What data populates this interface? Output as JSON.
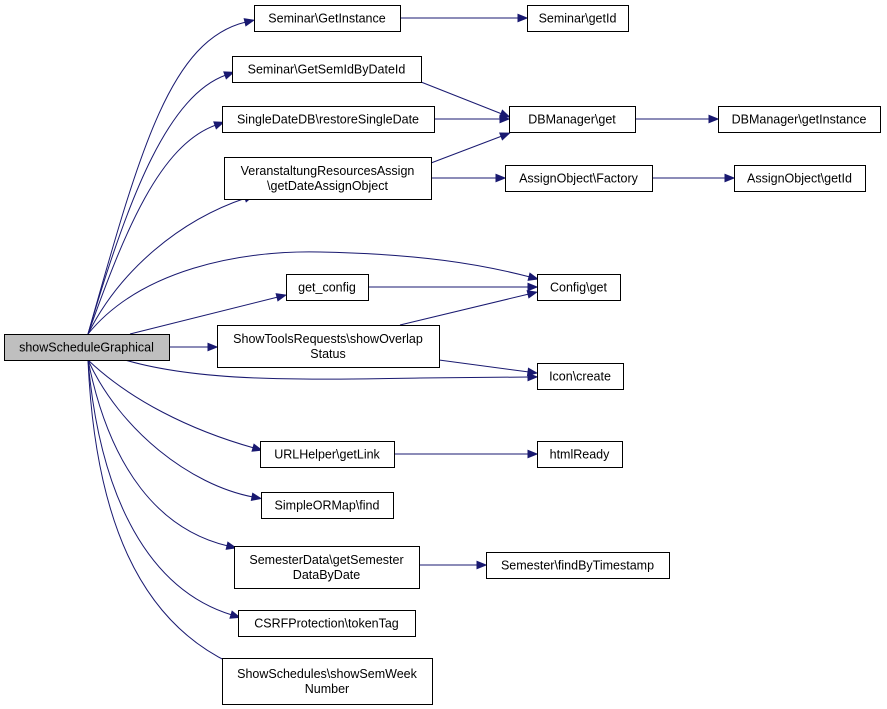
{
  "colors": {
    "edge": "#191970",
    "root_fill": "#bfbfbf",
    "node_fill": "#ffffff",
    "node_border": "#000000"
  },
  "nodes": {
    "root": {
      "lines": [
        "showScheduleGraphical"
      ]
    },
    "seminar_getinstance": {
      "lines": [
        "Seminar\\GetInstance"
      ]
    },
    "seminar_getid": {
      "lines": [
        "Seminar\\getId"
      ]
    },
    "seminar_getsemidbydateid": {
      "lines": [
        "Seminar\\GetSemIdByDateId"
      ]
    },
    "singledatedb_restore": {
      "lines": [
        "SingleDateDB\\restoreSingleDate"
      ]
    },
    "dbmanager_get": {
      "lines": [
        "DBManager\\get"
      ]
    },
    "dbmanager_getinstance": {
      "lines": [
        "DBManager\\getInstance"
      ]
    },
    "veranstaltung_assign": {
      "lines": [
        "VeranstaltungResourcesAssign",
        "\\getDateAssignObject"
      ]
    },
    "assignobject_factory": {
      "lines": [
        "AssignObject\\Factory"
      ]
    },
    "assignobject_getid": {
      "lines": [
        "AssignObject\\getId"
      ]
    },
    "get_config": {
      "lines": [
        "get_config"
      ]
    },
    "config_get": {
      "lines": [
        "Config\\get"
      ]
    },
    "showtoolsrequests": {
      "lines": [
        "ShowToolsRequests\\showOverlap",
        "Status"
      ]
    },
    "icon_create": {
      "lines": [
        "Icon\\create"
      ]
    },
    "urlhelper_getlink": {
      "lines": [
        "URLHelper\\getLink"
      ]
    },
    "htmlready": {
      "lines": [
        "htmlReady"
      ]
    },
    "simpleormap_find": {
      "lines": [
        "SimpleORMap\\find"
      ]
    },
    "semesterdata": {
      "lines": [
        "SemesterData\\getSemester",
        "DataByDate"
      ]
    },
    "semester_findbytimestamp": {
      "lines": [
        "Semester\\findByTimestamp"
      ]
    },
    "csrf_tokentag": {
      "lines": [
        "CSRFProtection\\tokenTag"
      ]
    },
    "showschedules": {
      "lines": [
        "ShowSchedules\\showSemWeek",
        "Number"
      ]
    }
  },
  "edges": [
    [
      "root",
      "seminar_getinstance"
    ],
    [
      "seminar_getinstance",
      "seminar_getid"
    ],
    [
      "root",
      "seminar_getsemidbydateid"
    ],
    [
      "seminar_getsemidbydateid",
      "dbmanager_get"
    ],
    [
      "root",
      "singledatedb_restore"
    ],
    [
      "singledatedb_restore",
      "dbmanager_get"
    ],
    [
      "dbmanager_get",
      "dbmanager_getinstance"
    ],
    [
      "root",
      "veranstaltung_assign"
    ],
    [
      "veranstaltung_assign",
      "dbmanager_get"
    ],
    [
      "veranstaltung_assign",
      "assignobject_factory"
    ],
    [
      "assignobject_factory",
      "assignobject_getid"
    ],
    [
      "root",
      "config_get"
    ],
    [
      "root",
      "get_config"
    ],
    [
      "get_config",
      "config_get"
    ],
    [
      "root",
      "showtoolsrequests"
    ],
    [
      "showtoolsrequests",
      "config_get"
    ],
    [
      "showtoolsrequests",
      "icon_create"
    ],
    [
      "root",
      "icon_create"
    ],
    [
      "root",
      "urlhelper_getlink"
    ],
    [
      "urlhelper_getlink",
      "htmlready"
    ],
    [
      "root",
      "simpleormap_find"
    ],
    [
      "root",
      "semesterdata"
    ],
    [
      "semesterdata",
      "semester_findbytimestamp"
    ],
    [
      "root",
      "csrf_tokentag"
    ],
    [
      "root",
      "showschedules"
    ]
  ]
}
